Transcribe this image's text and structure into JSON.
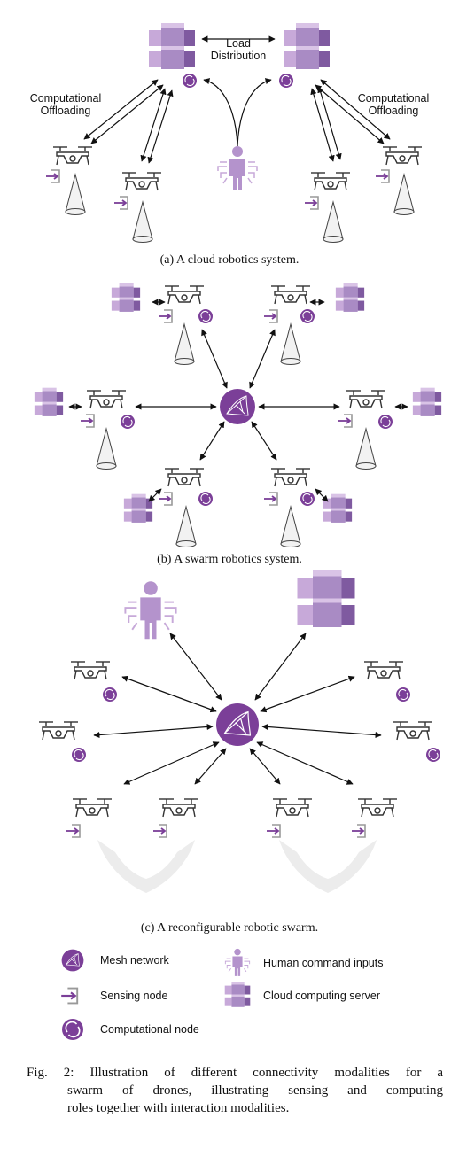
{
  "panel_a": {
    "caption": "(a) A cloud robotics system.",
    "load_label_line1": "Load",
    "load_label_line2": "Distribution",
    "offload_left_line1": "Computational",
    "offload_left_line2": "Offloading",
    "offload_right_line1": "Computational",
    "offload_right_line2": "Offloading"
  },
  "panel_b": {
    "caption": "(b) A swarm robotics system."
  },
  "panel_c": {
    "caption": "(c) A reconfigurable robotic swarm."
  },
  "legend": {
    "mesh": "Mesh network",
    "sensing": "Sensing node",
    "computational": "Computational node",
    "human": "Human command inputs",
    "cloud": "Cloud computing server"
  },
  "figure_caption": {
    "line1": "Fig. 2: Illustration of different connectivity modalities for a",
    "line2": "swarm of drones, illustrating sensing and computing",
    "line3": "roles together with interaction modalities."
  },
  "colors": {
    "purple": "#7b3f98",
    "light_purple": "#c7a9d9",
    "mid_purple": "#a98bc4",
    "dark_purple": "#7f5aa0",
    "drone_gray": "#333333"
  }
}
